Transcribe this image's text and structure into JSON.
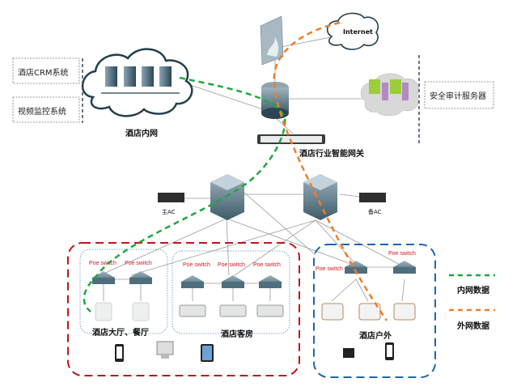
{
  "diagram": {
    "systems_left": [
      "酒店CRM系统",
      "视频监控系统"
    ],
    "intranet_label": "酒店内网",
    "internet_label": "Internet",
    "audit_server_label": "安全审计服务器",
    "gateway_label": "酒店行业智能网关",
    "ac_main_label": "主AC",
    "ac_backup_label": "备AC",
    "poe_switch_label": "Poe switch",
    "zones": [
      {
        "label": "酒店大厅、餐厅"
      },
      {
        "label": "酒店客房"
      },
      {
        "label": "酒店户外"
      }
    ],
    "legend": [
      {
        "label": "内网数据",
        "color": "#1fa83a"
      },
      {
        "label": "外网数据",
        "color": "#f07d2a"
      }
    ],
    "colors": {
      "zone_indoor_border": "#c0141c",
      "zone_outdoor_border": "#1a66b8",
      "inner_box_border": "#5b8ccc",
      "device": "#4f6e7d",
      "link": "#9a9a9a"
    }
  }
}
